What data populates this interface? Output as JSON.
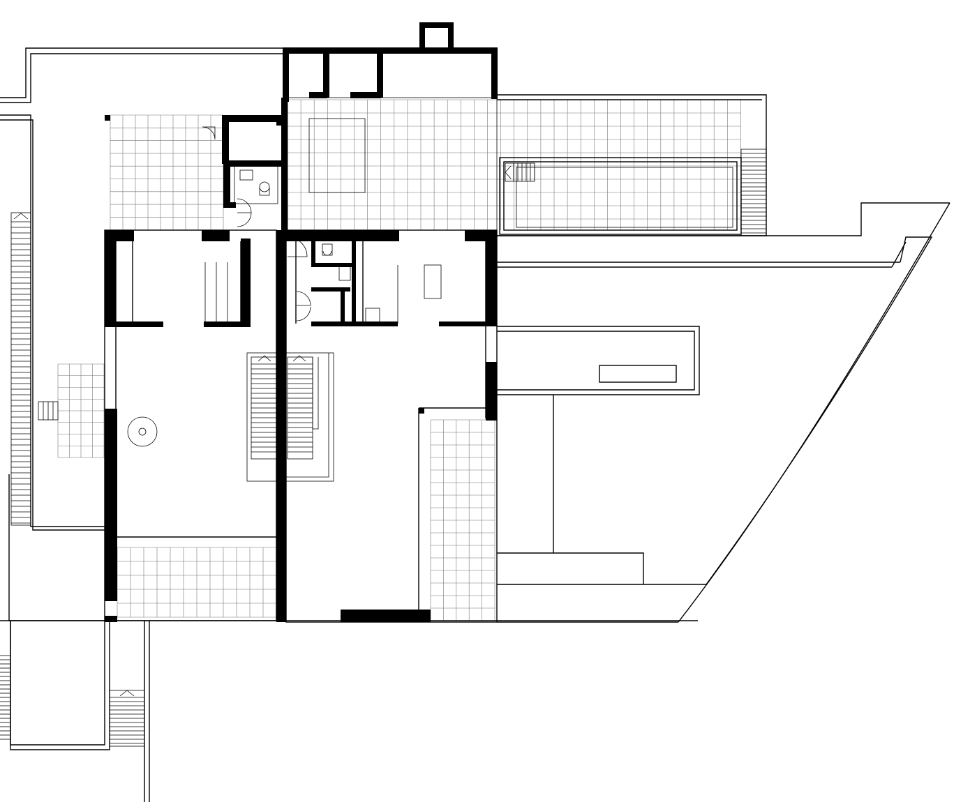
{
  "drawing": {
    "kind": "architectural floor plan",
    "text_labels": [],
    "colors": {
      "ink": "#000000",
      "grid": "#777777",
      "paper": "#ffffff"
    },
    "elements": [
      "west-wing",
      "east-wing",
      "north-service-rooms",
      "chimney",
      "north-terrace",
      "swimming-pool",
      "pool-steps",
      "west-courtyard",
      "south-terrace",
      "east-terrace",
      "west-stairs",
      "south-stairs",
      "central-staircase",
      "east-stairs",
      "bathroom-west",
      "bathroom-east",
      "round-table",
      "curved-deck"
    ]
  }
}
